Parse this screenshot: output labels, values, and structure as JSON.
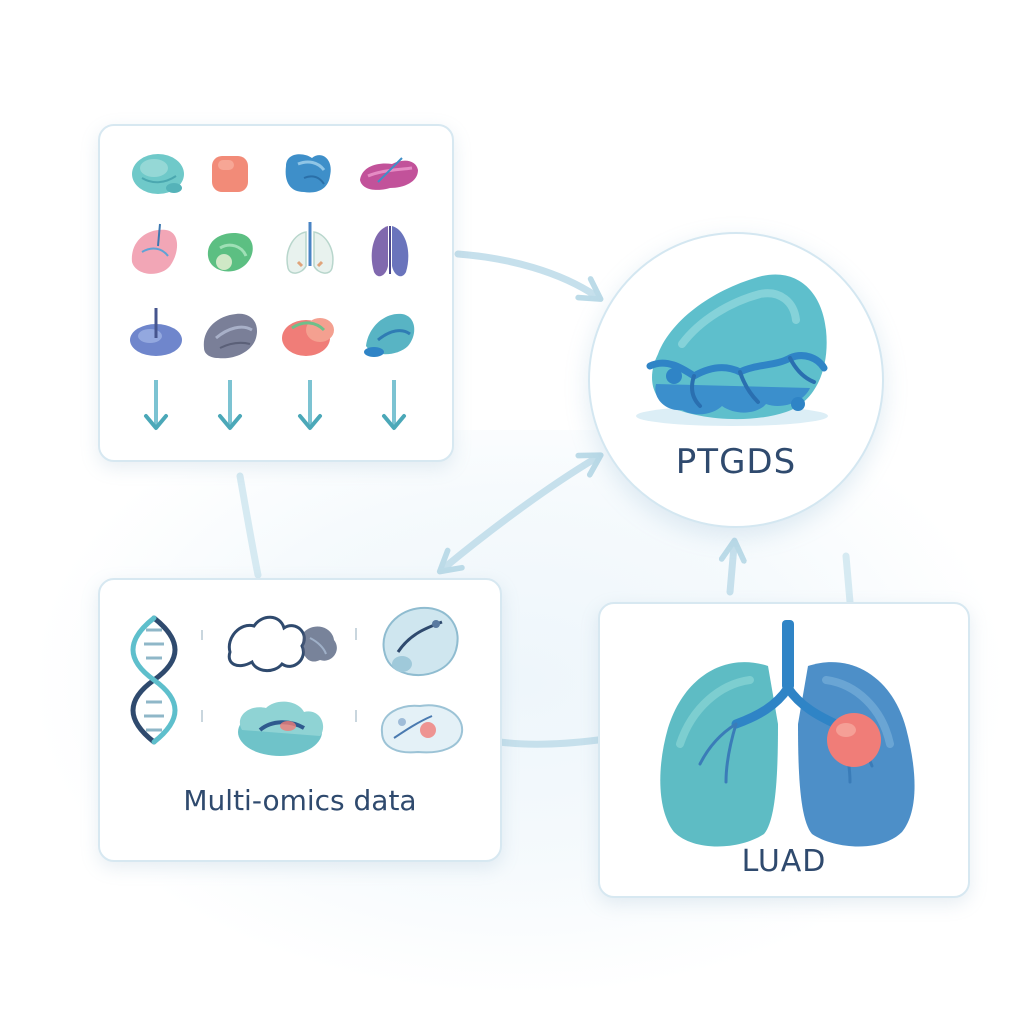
{
  "nodes": {
    "ptgds": {
      "label": "PTGDS"
    },
    "omics": {
      "label": "Multi-omics data"
    },
    "luad": {
      "label": "LUAD"
    }
  },
  "icons": {
    "tissue_grid": [
      "brain-icon",
      "bladder-icon",
      "kidney-icon",
      "pancreas-icon",
      "liver-icon",
      "spleen-icon",
      "lungs-icon",
      "prostate-icon",
      "uterus-icon",
      "colon-icon",
      "breast-icon",
      "stomach-icon"
    ],
    "down_arrows": 4,
    "omics": [
      "dna-helix-icon",
      "transcript-network-icon",
      "protein-icon",
      "cell-icon",
      "tissue-cell-icon"
    ]
  },
  "colors": {
    "connector": "#c6e0ec",
    "panel_border": "#d7e8f1",
    "label_text": "#2f4a6e",
    "tumor": "#f07d78",
    "protein_teal": "#5ebfcc",
    "protein_blue": "#2f84c6"
  }
}
